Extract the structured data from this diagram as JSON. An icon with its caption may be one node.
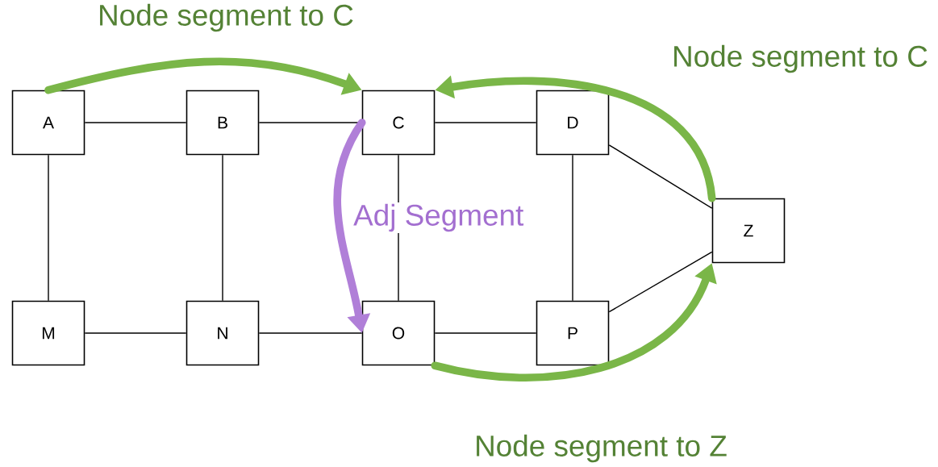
{
  "diagram": {
    "nodes": [
      {
        "text": [
          "A"
        ]
      },
      {
        "text": [
          "B"
        ]
      },
      {
        "text": [
          "C"
        ]
      },
      {
        "text": [
          "D"
        ]
      },
      {
        "text": [
          "Z"
        ]
      },
      {
        "text": [
          "M"
        ]
      },
      {
        "text": [
          "N"
        ]
      },
      {
        "text": [
          "O"
        ]
      },
      {
        "text": [
          "P"
        ]
      }
    ],
    "edges": [
      {
        "from": 0,
        "to": 1,
        "arrow": "none"
      },
      {
        "from": 1,
        "to": 2,
        "arrow": "none"
      },
      {
        "from": 2,
        "to": 3,
        "arrow": "none"
      },
      {
        "from": 3,
        "to": 4,
        "arrow": "none"
      },
      {
        "from": 0,
        "to": 5,
        "arrow": "none"
      },
      {
        "from": 1,
        "to": 6,
        "arrow": "none"
      },
      {
        "from": 2,
        "to": 7,
        "arrow": "none"
      },
      {
        "from": 3,
        "to": 8,
        "arrow": "none"
      },
      {
        "from": 5,
        "to": 6,
        "arrow": "none"
      },
      {
        "from": 6,
        "to": 7,
        "arrow": "none"
      },
      {
        "from": 7,
        "to": 8,
        "arrow": "none"
      },
      {
        "from": 8,
        "to": 4,
        "arrow": "none"
      },
      {
        "from": 0,
        "to": 2,
        "arrow": "to",
        "label": "Node segment to C",
        "style": "thick",
        "color": "#7ab648"
      },
      {
        "from": 4,
        "to": 2,
        "arrow": "to",
        "label": "Node segment to C",
        "style": "thick",
        "color": "#7ab648"
      },
      {
        "from": 7,
        "to": 4,
        "arrow": "to",
        "label": "Node segment to Z",
        "style": "thick",
        "color": "#7ab648"
      },
      {
        "from": 2,
        "to": 7,
        "arrow": "to",
        "label": "Adj Segment",
        "style": "thick",
        "color": "#b07fd8"
      }
    ]
  }
}
